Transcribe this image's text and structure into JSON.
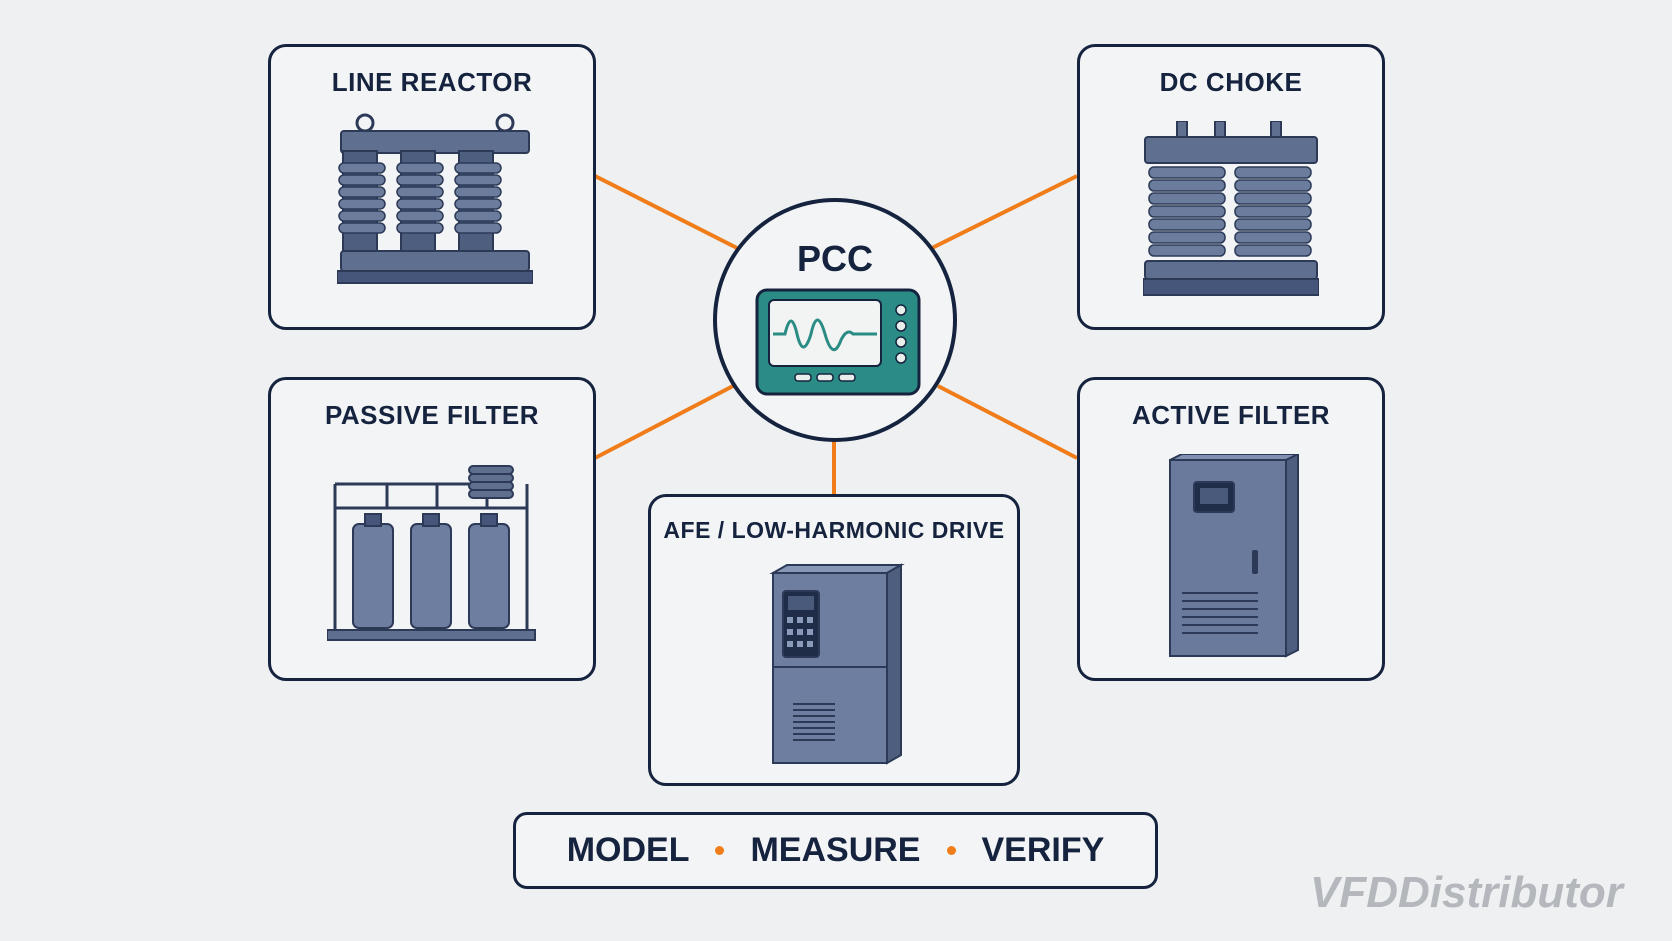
{
  "nodes": {
    "line_reactor": {
      "title": "LINE REACTOR",
      "icon": "three-phase-reactor-icon"
    },
    "dc_choke": {
      "title": "DC CHOKE",
      "icon": "dc-choke-icon"
    },
    "passive_filter": {
      "title": "PASSIVE FILTER",
      "icon": "passive-filter-bank-icon"
    },
    "active_filter": {
      "title": "ACTIVE FILTER",
      "icon": "active-filter-cabinet-icon"
    },
    "afe_drive": {
      "title": "AFE / LOW-HARMONIC DRIVE",
      "icon": "vfd-drive-icon"
    }
  },
  "center": {
    "title": "PCC",
    "icon": "power-quality-analyzer-icon"
  },
  "footer": {
    "steps": [
      "MODEL",
      "MEASURE",
      "VERIFY"
    ]
  },
  "watermark": "VFDDistributor",
  "colors": {
    "navy": "#15233f",
    "orange": "#f07d1a",
    "teal": "#2a8c85",
    "steel": "#5f6f8f",
    "background": "#eef0f2"
  }
}
